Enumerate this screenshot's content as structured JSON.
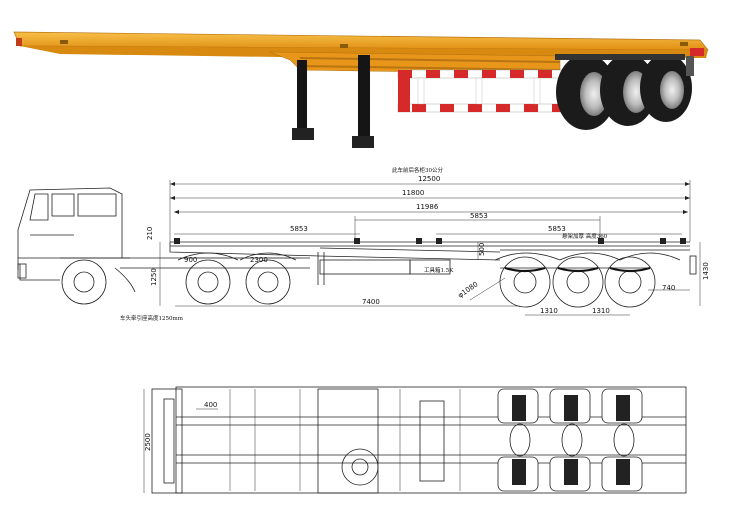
{
  "photo": {
    "frame_color": "#f2a51c",
    "stripe_red": "#d62a2a",
    "stripe_white": "#ffffff",
    "tire_color": "#1b1b1b",
    "rim_color": "#c9c9c9"
  },
  "side_view": {
    "dims": {
      "top_note": "此车前后各柜30公分",
      "overall": "12500",
      "d11800": "11800",
      "d11986": "11986",
      "d5853_left": "5853",
      "d5853_mid": "5853",
      "d5853_right": "5853",
      "d210": "210",
      "d900": "900",
      "d2300": "2300",
      "d1250": "1250",
      "d500": "500",
      "d1430": "1430",
      "d740": "740",
      "d7400": "7400",
      "dia1080": "φ1080",
      "d1310_a": "1310",
      "d1310_b": "1310"
    },
    "notes": {
      "toolbox": "工具箱1.5K",
      "suspension": "悬架加厚 高度360",
      "fifth_wheel": "车头牵引座高度1250mm"
    }
  },
  "plan_view": {
    "dims": {
      "d400": "400",
      "d2500": "2500"
    }
  }
}
